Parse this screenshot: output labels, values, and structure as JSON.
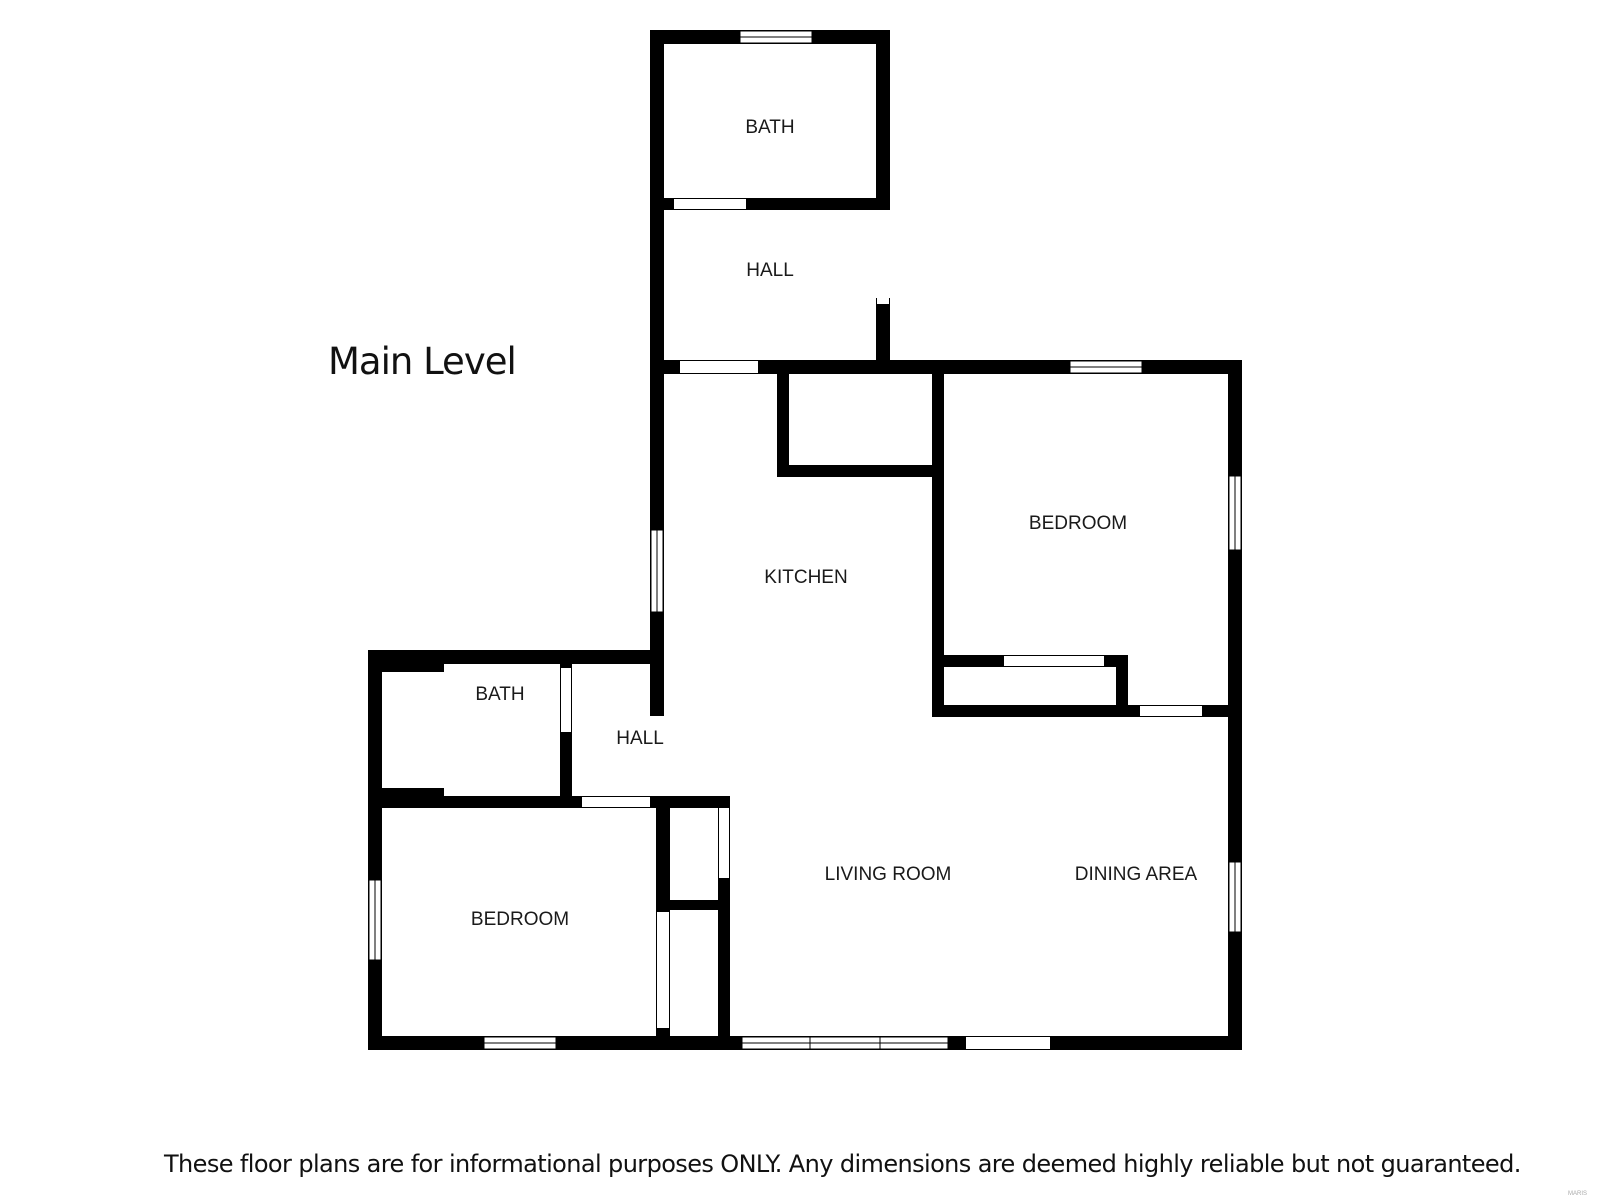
{
  "plan": {
    "level_title": "Main Level",
    "rooms": [
      {
        "id": "bath-upper",
        "label": "BATH"
      },
      {
        "id": "hall-upper",
        "label": "HALL"
      },
      {
        "id": "kitchen",
        "label": "KITCHEN"
      },
      {
        "id": "bedroom-right",
        "label": "BEDROOM"
      },
      {
        "id": "bath-lower",
        "label": "BATH"
      },
      {
        "id": "hall-lower",
        "label": "HALL"
      },
      {
        "id": "living-room",
        "label": "LIVING ROOM"
      },
      {
        "id": "dining-area",
        "label": "DINING AREA"
      },
      {
        "id": "bedroom-left",
        "label": "BEDROOM"
      }
    ]
  },
  "footer": {
    "disclaimer": "These floor plans are for informational purposes ONLY. Any dimensions are deemed highly reliable but not guaranteed.",
    "watermark": "MARIS"
  },
  "colors": {
    "wall": "#000000",
    "window": "#ffffff",
    "background": "#ffffff"
  }
}
